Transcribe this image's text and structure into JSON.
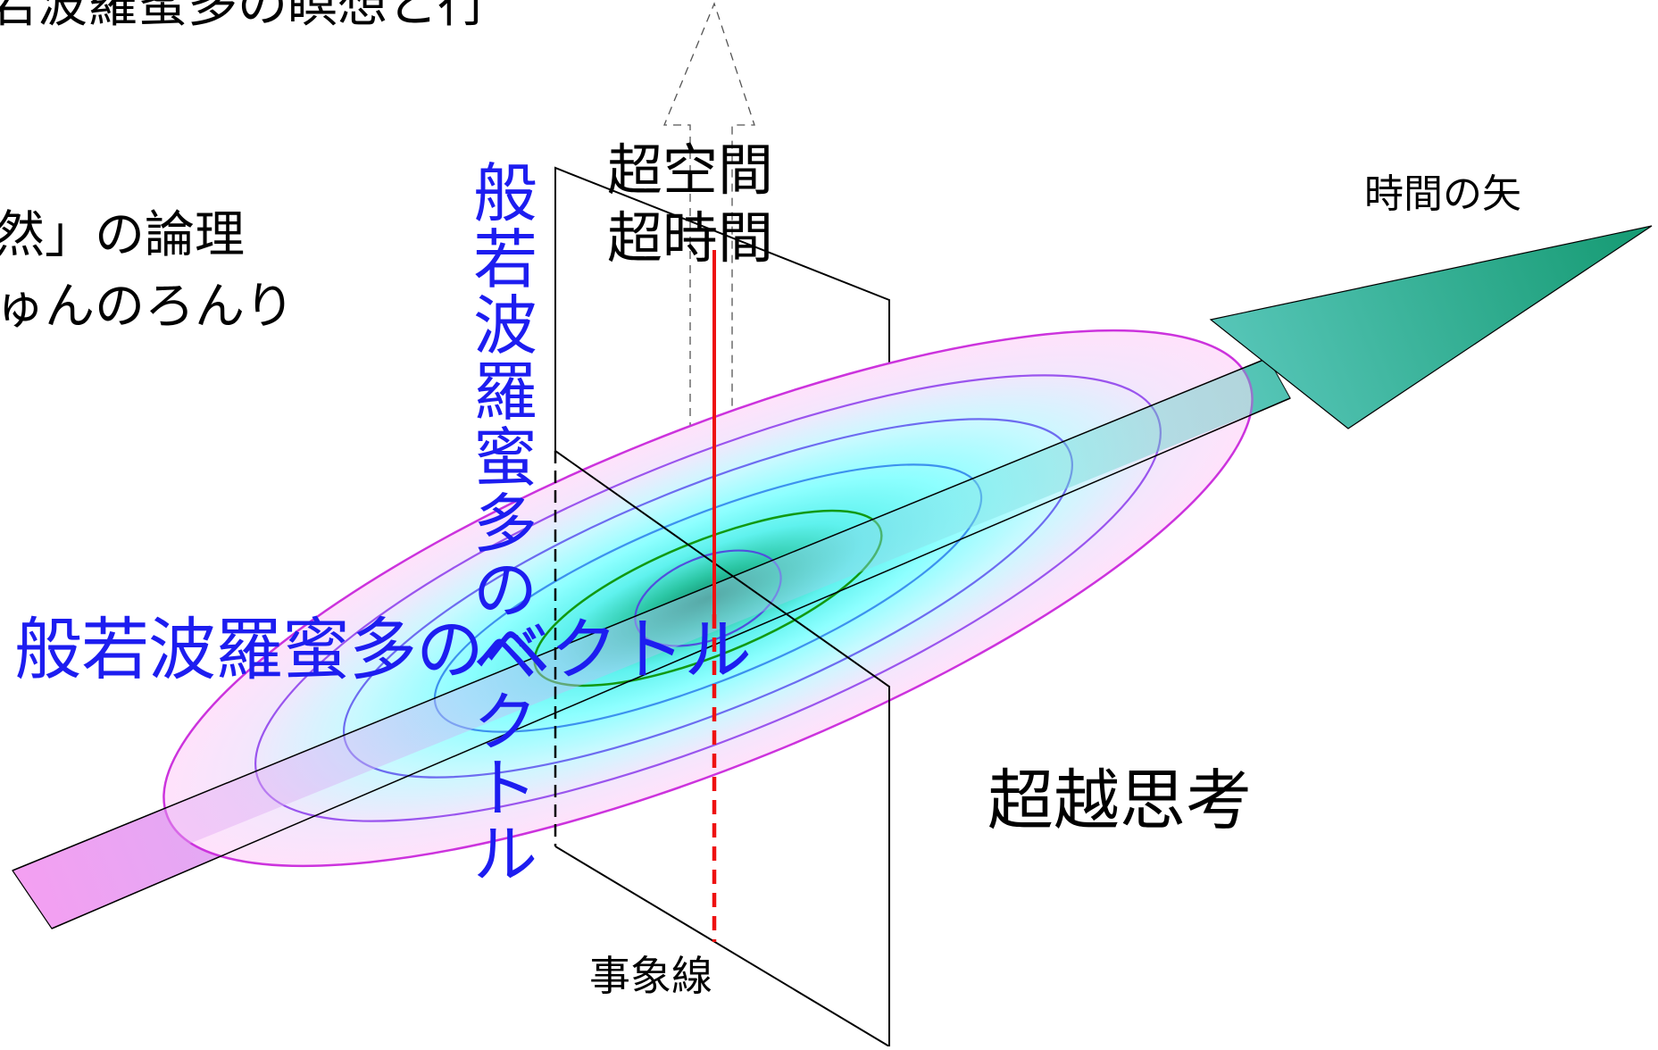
{
  "labels": {
    "top_cut": "若波羅蜜多の瞑想と行",
    "logic_line1": "然」の論理",
    "logic_line2": "ゅんのろんり",
    "hyper_space": "超空間",
    "hyper_time": "超時間",
    "arrow_of_time": "時間の矢",
    "transcendent_thinking": "超越思考",
    "event_line": "事象線",
    "vector_horizontal": "般若波羅蜜多のベクトル",
    "vector_vertical": "般若波羅蜜多のベクトル"
  },
  "colors": {
    "text_blue": "#1d1df0",
    "arrow_green": "#159a72",
    "arrow_tail_pink": "#f49ff2",
    "ellipse_outer": "#cc33dd",
    "ellipse_inner_green": "#119911",
    "red_line": "#ee1111",
    "center_green": "#128f6c",
    "mid_cyan": "#66ffff",
    "outer_pink": "#ffe2fb"
  }
}
